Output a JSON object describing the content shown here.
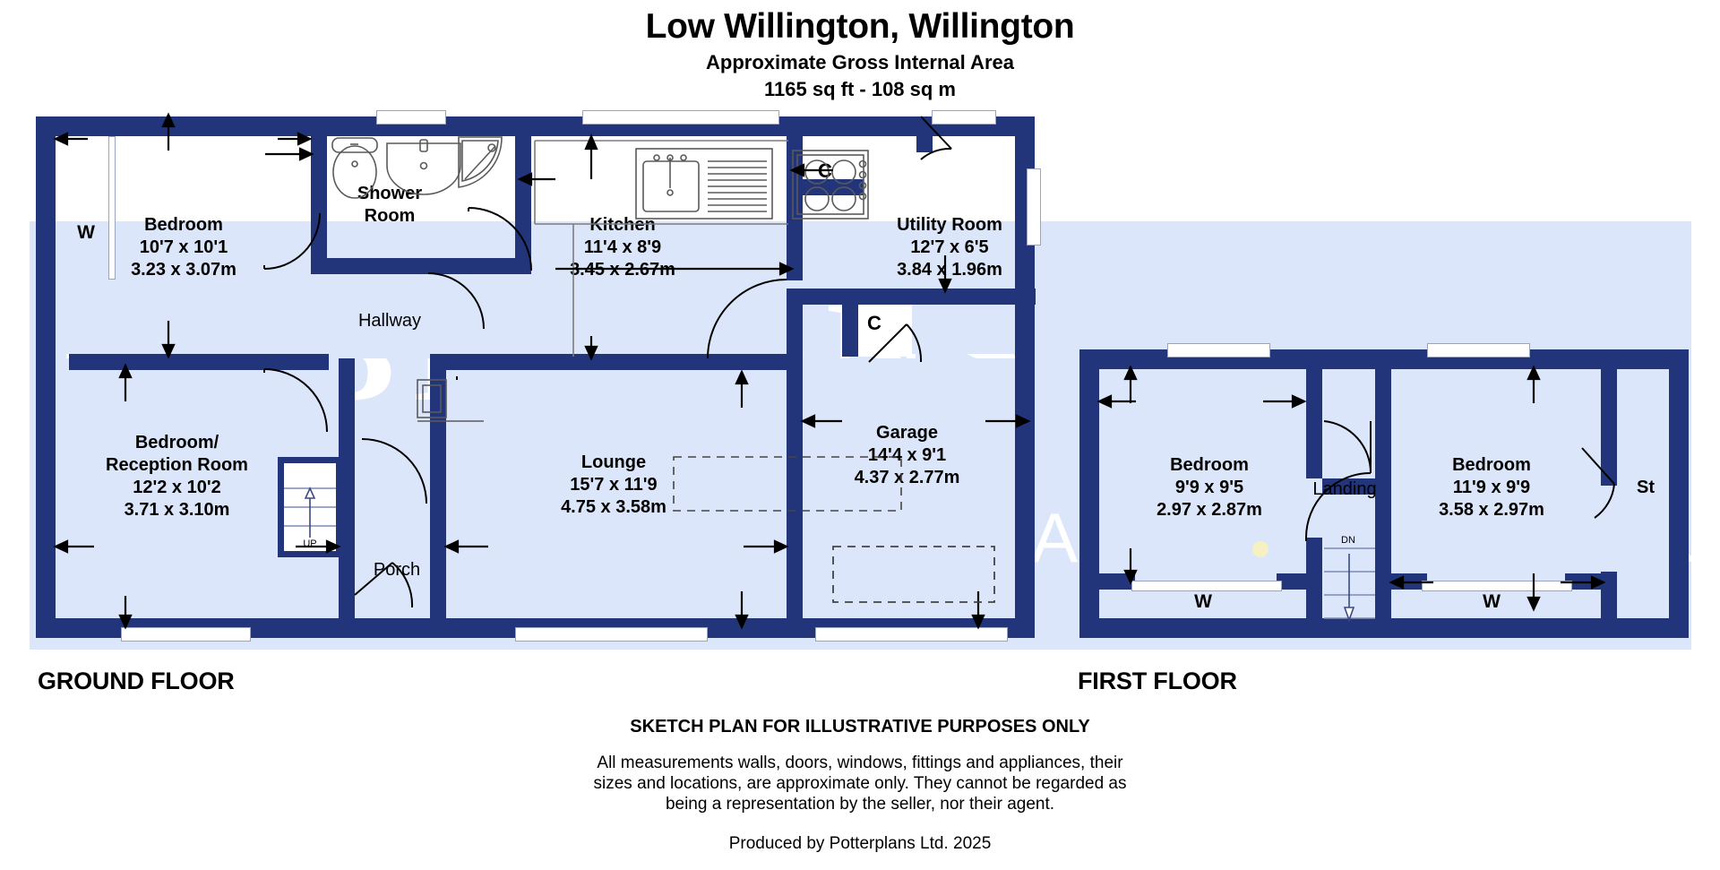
{
  "header": {
    "title": "Low Willington, Willington",
    "area_line1": "Approximate Gross Internal Area",
    "area_line2": "1165 sq ft - 108 sq m"
  },
  "watermark": {
    "line1": "ROBINSONS",
    "line2": "SALES · LETTINGS · AUCTIONS · SURVEYS"
  },
  "floors": [
    {
      "id": "ground",
      "label": "GROUND FLOOR",
      "rooms": [
        {
          "name": "Bedroom",
          "imperial": "10'7 x 10'1",
          "metric": "3.23 x 3.07m"
        },
        {
          "name": "Shower",
          "name2": "Room",
          "imperial": "",
          "metric": ""
        },
        {
          "name": "Kitchen",
          "imperial": "11'4 x 8'9",
          "metric": "3.45 x 2.67m"
        },
        {
          "name": "Utility Room",
          "imperial": "12'7 x 6'5",
          "metric": "3.84 x 1.96m"
        },
        {
          "name": "Hallway",
          "imperial": "",
          "metric": ""
        },
        {
          "name": "Bedroom/",
          "name2": "Reception Room",
          "imperial": "12'2 x 10'2",
          "metric": "3.71 x 3.10m"
        },
        {
          "name": "Lounge",
          "imperial": "15'7 x 11'9",
          "metric": "4.75 x 3.58m"
        },
        {
          "name": "Garage",
          "imperial": "14'4 x 9'1",
          "metric": "4.37 x 2.77m"
        },
        {
          "name": "Porch",
          "imperial": "",
          "metric": ""
        }
      ],
      "markers": [
        {
          "key": "cupboard_1",
          "text": "C"
        },
        {
          "key": "cupboard_2",
          "text": "C"
        },
        {
          "key": "window_w",
          "text": "W"
        },
        {
          "key": "stair_up",
          "text": "UP"
        }
      ]
    },
    {
      "id": "first",
      "label": "FIRST FLOOR",
      "rooms": [
        {
          "name": "Bedroom",
          "imperial": "9'9 x 9'5",
          "metric": "2.97 x 2.87m"
        },
        {
          "name": "Bedroom",
          "imperial": "11'9 x 9'9",
          "metric": "3.58 x 2.97m"
        },
        {
          "name": "Landing",
          "imperial": "",
          "metric": ""
        },
        {
          "name": "St",
          "imperial": "",
          "metric": ""
        }
      ],
      "markers": [
        {
          "key": "window_w_left",
          "text": "W"
        },
        {
          "key": "window_w_right",
          "text": "W"
        },
        {
          "key": "stair_dn",
          "text": "DN"
        }
      ]
    }
  ],
  "footer": {
    "heading": "SKETCH PLAN FOR ILLUSTRATIVE PURPOSES ONLY",
    "body_line1": "All measurements walls, doors, windows, fittings and appliances, their",
    "body_line2": "sizes and locations, are approximate only. They cannot be regarded as",
    "body_line3": "being a representation by the seller, nor their agent.",
    "produced_by": "Produced by Potterplans Ltd. 2025"
  },
  "colors": {
    "wall": "#22357a",
    "room_fill": "#dce6fa",
    "white_fill": "#ffffff",
    "text": "#000000",
    "watermark": "#ffffff"
  }
}
